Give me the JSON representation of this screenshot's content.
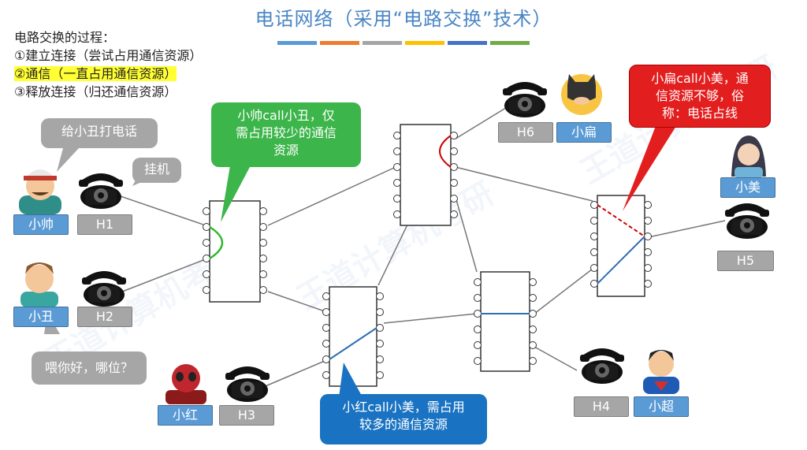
{
  "title": "电话网络（采用“电路交换”技术）",
  "color_bars": [
    "#5b9bd5",
    "#ed7d31",
    "#a5a5a5",
    "#ffc000",
    "#4472c4",
    "#70ad47"
  ],
  "steps": {
    "heading": "电路交换的过程：",
    "step1": "①建立连接（尝试占用通信资源）",
    "step2": "②通信（一直占用通信资源）",
    "step3": "③释放连接（归还通信资源）"
  },
  "people": {
    "xiaoshuai": "小帅",
    "xiaochou": "小丑",
    "xiaohong": "小红",
    "xiaobian": "小扁",
    "xiaomei": "小美",
    "xiaochao": "小超"
  },
  "phones": {
    "h1": "H1",
    "h2": "H2",
    "h3": "H3",
    "h4": "H4",
    "h5": "H5",
    "h6": "H6"
  },
  "bubbles": {
    "call_xiaochou": "给小丑打电话",
    "hang_up": "挂机",
    "hello": "喂你好，哪位？",
    "green_line1": "小帅call小丑，仅",
    "green_line2": "需占用较少的通信",
    "green_line3": "资源",
    "red_line1": "小扁call小美，通",
    "red_line2": "信资源不够，俗",
    "red_line3": "称：电话占线",
    "blue_line1": "小红call小美，需占用",
    "blue_line2": "较多的通信资源"
  },
  "watermark": "王道计算机考研"
}
